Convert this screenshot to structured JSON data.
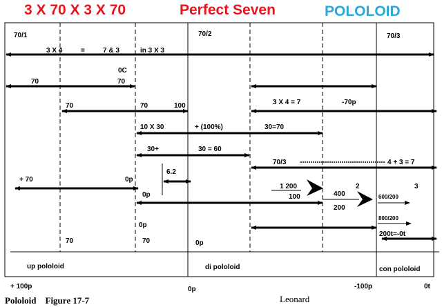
{
  "title": {
    "left": "3 X 70  X  3 X 70",
    "middle": "Perfect Seven",
    "right": "POLOLOID"
  },
  "colors": {
    "red": "#e8141e",
    "blue": "#2aa8d8"
  },
  "columns": {
    "c1": "70/1",
    "c2": "70/2",
    "c3": "70/3"
  },
  "labels": {
    "r1a": "3 X 4",
    "r1b": "=",
    "r1c": "7 & 3",
    "r1d": "in  3 X 3",
    "oc": "0C",
    "r2a": "70",
    "r2b": "70",
    "r3a": "70",
    "r3b": "70",
    "r3c": "100",
    "r3d": "3 X 4 = 7",
    "r3e": "-70p",
    "r4a": "10 X 30",
    "r4b": "+  (100%)",
    "r4c": "30=70",
    "r5a": "30+",
    "r5b": "30 = 60",
    "r6a": "70/3",
    "r6b": "4 + 3 = 7",
    "p70": "+ 70",
    "p0a": "0p",
    "v62": "6.2",
    "p0b": "0p",
    "f1": "1  200",
    "f2": "100",
    "n2": "2",
    "n3": "3",
    "f400": "400",
    "f200": "200",
    "f600": "600/200",
    "f800": "800/200",
    "f200t": "200t=-0t",
    "p0c": "0p",
    "b70a": "70",
    "b70b": "70",
    "p0d": "0p"
  },
  "zones": {
    "up": "up pololoid",
    "di": "di pololoid",
    "con": "con pololoid"
  },
  "scale": {
    "left": "+ 100p",
    "mid": "0p",
    "right": "-100p",
    "end": "0t"
  },
  "caption": {
    "figure": "Pololoid    Figure 17-7",
    "author": "Leonard"
  }
}
